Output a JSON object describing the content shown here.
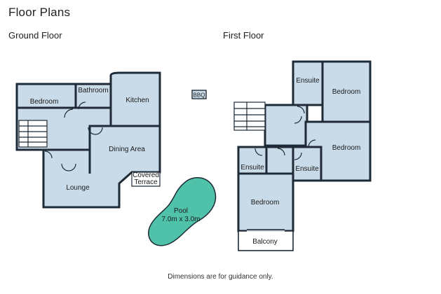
{
  "title": "Floor Plans",
  "ground_floor": {
    "heading": "Ground Floor",
    "rooms": {
      "bedroom": "Bedroom",
      "bathroom": "Bathroom",
      "kitchen": "Kitchen",
      "dining": "Dining Area",
      "lounge": "Lounge",
      "covered_terrace_1": "Covered",
      "covered_terrace_2": "Terrace"
    },
    "bbq": "BBQ",
    "pool_line1": "Pool",
    "pool_line2": "7.0m x 3.0m"
  },
  "first_floor": {
    "heading": "First Floor",
    "rooms": {
      "ensuite_top": "Ensuite",
      "bedroom_top": "Bedroom",
      "bedroom_right": "Bedroom",
      "ensuite_left": "Ensuite",
      "ensuite_right": "Ensuite",
      "bedroom_bottom": "Bedroom",
      "balcony": "Balcony"
    }
  },
  "footnote": "Dimensions are for guidance only.",
  "colors": {
    "room_fill": "#c9dbe8",
    "wall": "#1e2b36",
    "pool": "#4fc2a9"
  }
}
